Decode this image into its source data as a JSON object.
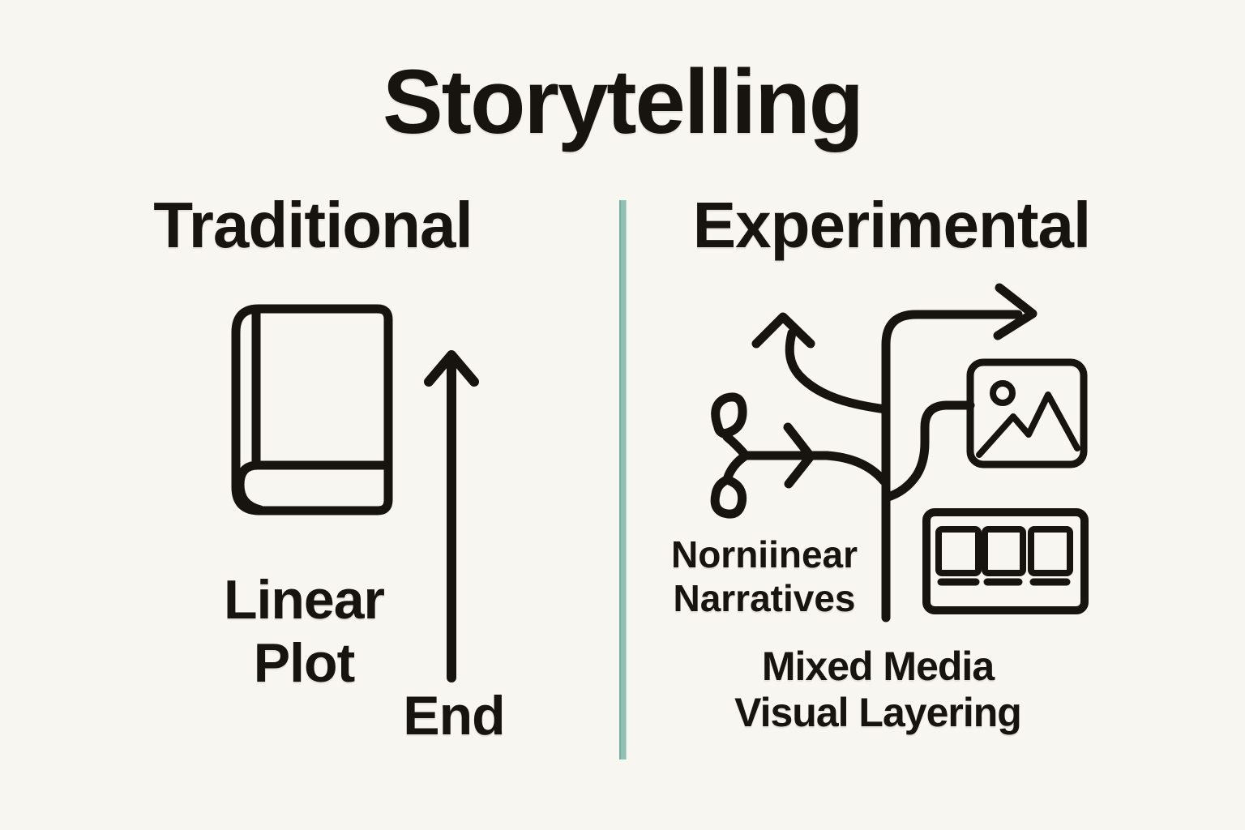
{
  "title": "Storytelling",
  "colors": {
    "background": "#f8f6f0",
    "ink": "#17140f",
    "divider": "#8ec1b3"
  },
  "left": {
    "heading": "Traditional",
    "icons": [
      "book-icon",
      "up-arrow-icon"
    ],
    "plot_label_lines": [
      "Linear",
      "Plot"
    ],
    "arrow_end_label": "End"
  },
  "right": {
    "heading": "Experimental",
    "icons": [
      "branching-path-icon",
      "image-icon",
      "storyboard-icon"
    ],
    "narrative_label_lines": [
      "Norniinear",
      "Narratives"
    ],
    "media_label_lines": [
      "Mixed Media",
      "Visual Layering"
    ]
  }
}
